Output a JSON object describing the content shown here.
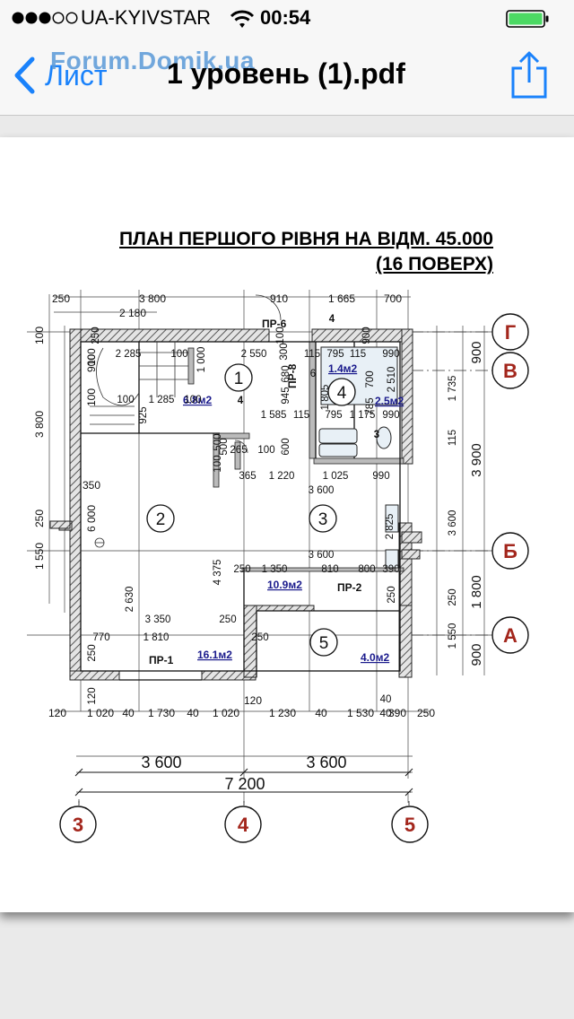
{
  "status": {
    "carrier": "UA-KYIVSTAR",
    "time": "00:54"
  },
  "nav": {
    "back_label": "Лист",
    "title": "1 уровень (1).pdf",
    "watermark": "Forum.Domik.ua"
  },
  "plan": {
    "title_line1": "ПЛАН ПЕРШОГО РІВНЯ НА ВІДМ. 45.000",
    "title_line2": "(16 ПОВЕРХ)",
    "axes_right": [
      "Г",
      "В",
      "Б",
      "А"
    ],
    "axes_bottom": [
      "3",
      "4",
      "5"
    ],
    "rooms": [
      "1",
      "2",
      "3",
      "4",
      "5"
    ],
    "areas": [
      "6.8м2",
      "16.1м2",
      "10.9м2",
      "1.4м2",
      "2.5м2",
      "4.0м2"
    ],
    "labels": [
      "ПР-6",
      "ПР-8",
      "ПР-2",
      "ПР-1"
    ],
    "overall": {
      "span_left": "3 600",
      "span_right": "3 600",
      "total": "7 200"
    },
    "right_dims": [
      "900",
      "3 900",
      "1 800",
      "900"
    ],
    "right_inner_dims": [
      "1 735",
      "115",
      "3 600",
      "250",
      "1 550"
    ],
    "top_dims": [
      "250",
      "3 800",
      "910",
      "1 665",
      "700",
      "2 180"
    ],
    "bottom_dims": [
      "120",
      "1 020",
      "40",
      "1 730",
      "40",
      "1 020",
      "120",
      "1 230",
      "40",
      "1 530",
      "40",
      "390",
      "250"
    ],
    "left_dims": [
      "3 800",
      "250",
      "1 550",
      "100",
      "900",
      "100",
      "350",
      "6 000"
    ],
    "inner_dims": [
      "2 285",
      "100",
      "1 000",
      "2 550",
      "100",
      "1 285",
      "100",
      "925",
      "1 585",
      "115",
      "945",
      "680",
      "265",
      "100",
      "500",
      "100",
      "365",
      "1 220",
      "1 025",
      "990",
      "3 600",
      "2 825",
      "3 600",
      "1 350",
      "810",
      "800",
      "390",
      "250",
      "4 375",
      "2 630",
      "3 350",
      "1 810",
      "770",
      "250",
      "250",
      "250",
      "115",
      "795",
      "115",
      "990",
      "700",
      "2 510",
      "300",
      "1 805",
      "785",
      "795",
      "1 175",
      "990",
      "6",
      "3",
      "4",
      "4",
      "120",
      "40",
      "250",
      "500",
      "600",
      "250",
      "100",
      "900",
      "100"
    ]
  }
}
